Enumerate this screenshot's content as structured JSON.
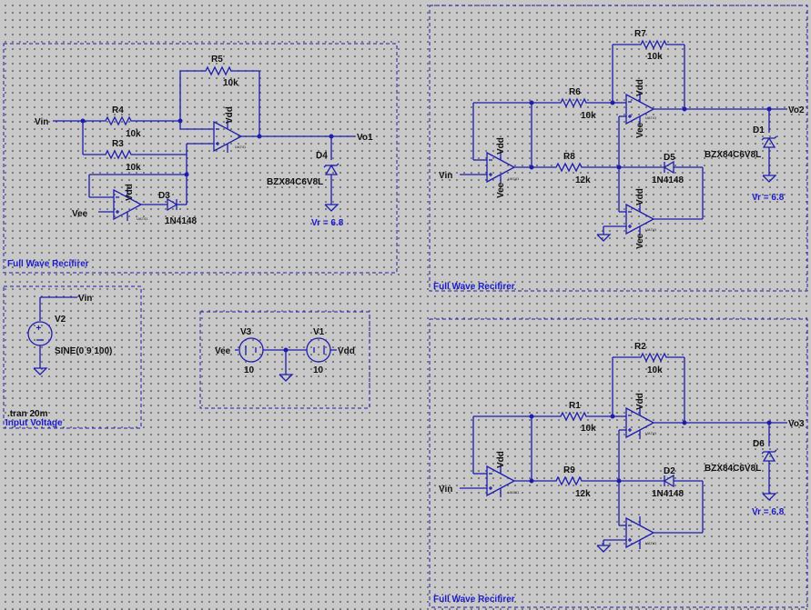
{
  "panels": {
    "fwr1_title": "Full Wave Recifirer",
    "fwr2_title": "Full Wave Recifirer",
    "fwr3_title": "Full Wave Recifirer",
    "input_title": "Input Voltage"
  },
  "circuit1": {
    "vin": "Vin",
    "vee": "Vee",
    "vo": "Vo1",
    "r5": "R5",
    "r5v": "10k",
    "r4": "R4",
    "r4v": "10k",
    "r3": "R3",
    "r3v": "10k",
    "d3": "D3",
    "d3v": "1N4148",
    "d4": "D4",
    "d4v": "BZX84C6V8L",
    "vr": "Vr = 6.8",
    "vdd": "Vdd"
  },
  "circuit2": {
    "vin": "Vin",
    "vo": "Vo2",
    "r7": "R7",
    "r7v": "10k",
    "r6": "R6",
    "r6v": "10k",
    "r8": "R8",
    "r8v": "12k",
    "d5": "D5",
    "d5v": "1N4148",
    "d1": "D1",
    "d1v": "BZX84C6V8L",
    "vr": "Vr = 6.8",
    "vdd": "Vdd",
    "vee": "Vee"
  },
  "circuit3": {
    "vin": "Vin",
    "vo": "Vo3",
    "r2": "R2",
    "r2v": "10k",
    "r1": "R1",
    "r1v": "10k",
    "r9": "R9",
    "r9v": "12k",
    "d2": "D2",
    "d2v": "1N4148",
    "d6": "D6",
    "d6v": "BZX84C6V8L",
    "vr": "Vr = 6.8",
    "vdd": "Vdd"
  },
  "input": {
    "vin": "Vin",
    "v2": "V2",
    "sine": "SINE(0 9 100)",
    "tran": ".tran 20m"
  },
  "supply": {
    "v3": "V3",
    "v3v": "10",
    "v1": "V1",
    "v1v": "10",
    "vee": "Vee",
    "vdd": "Vdd"
  },
  "opamp_tag": "UA741",
  "colors": {
    "wire": "#1c1cb0",
    "background": "#c8c8c8",
    "label_blue": "#1a1ad0"
  }
}
